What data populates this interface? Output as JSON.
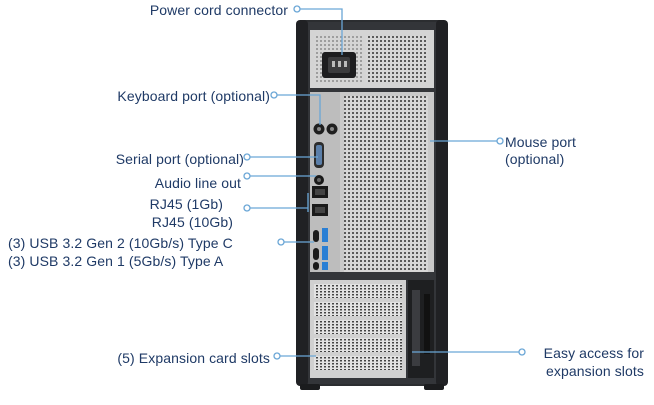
{
  "callouts": {
    "power_cord_connector": "Power cord connector",
    "keyboard_port": "Keyboard port (optional)",
    "serial_port": "Serial port (optional)",
    "audio_line_out": "Audio line out",
    "rj45_1gb": "RJ45 (1Gb)",
    "rj45_10gb": "RJ45 (10Gb)",
    "usb_type_c": "(3) USB 3.2 Gen 2 (10Gb/s) Type C",
    "usb_type_a": "(3) USB 3.2 Gen 1 (5Gb/s) Type A",
    "expansion_card_slots": "(5) Expansion card slots",
    "mouse_port_line1": "Mouse port",
    "mouse_port_line2": "(optional)",
    "easy_access_line1": "Easy access for",
    "easy_access_line2": "expansion slots"
  },
  "colors": {
    "label_text": "#1f3a66",
    "callout_line": "#6aa6d6",
    "chassis": "#2b2d30",
    "chassis_panel": "#3a3c40",
    "metal": "#d9d9d9",
    "usb_blue": "#2a7fd4"
  },
  "icons": [
    "power-plug-icon",
    "keyboard-ps2-icon",
    "mouse-ps2-icon",
    "serial-db9-icon",
    "audio-jack-icon",
    "ethernet-icon",
    "usb-c-icon",
    "usb-a-icon"
  ]
}
